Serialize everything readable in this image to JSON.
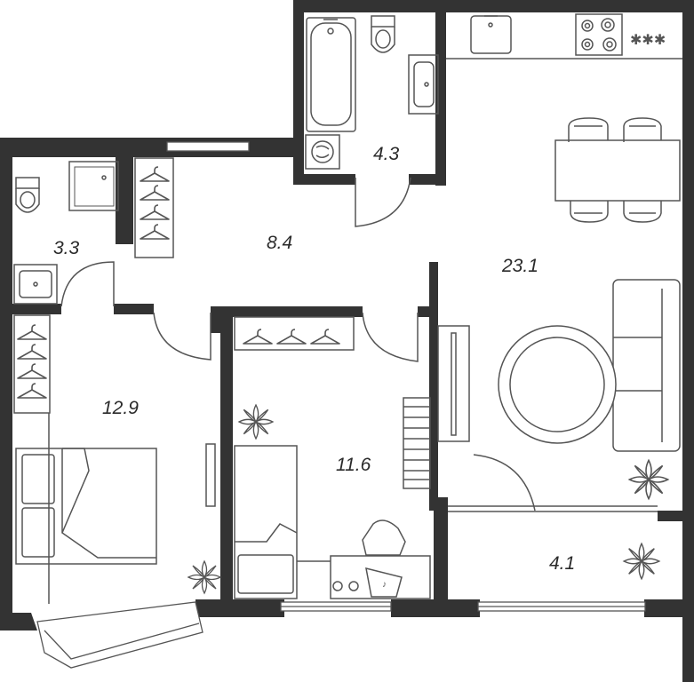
{
  "rooms": [
    {
      "id": "bathroom",
      "area": "4.3"
    },
    {
      "id": "toilet",
      "area": "3.3"
    },
    {
      "id": "hallway",
      "area": "8.4"
    },
    {
      "id": "kitchen-living",
      "area": "23.1"
    },
    {
      "id": "bedroom",
      "area": "12.9"
    },
    {
      "id": "kids-room",
      "area": "11.6"
    },
    {
      "id": "balcony",
      "area": "4.1"
    }
  ],
  "colors": {
    "wall": "#333333",
    "line": "#555555",
    "background": "#ffffff"
  },
  "icons": [
    "bathtub-icon",
    "toilet-icon",
    "sink-icon",
    "washing-machine-icon",
    "stove-icon",
    "dining-table-icon",
    "round-rug-icon",
    "sofa-icon",
    "tv-stand-icon",
    "double-bed-icon",
    "single-bed-icon",
    "desk-icon",
    "office-chair-icon",
    "bookshelf-icon",
    "hanger-icon",
    "plant-icon",
    "door-swing-icon",
    "window-icon"
  ]
}
